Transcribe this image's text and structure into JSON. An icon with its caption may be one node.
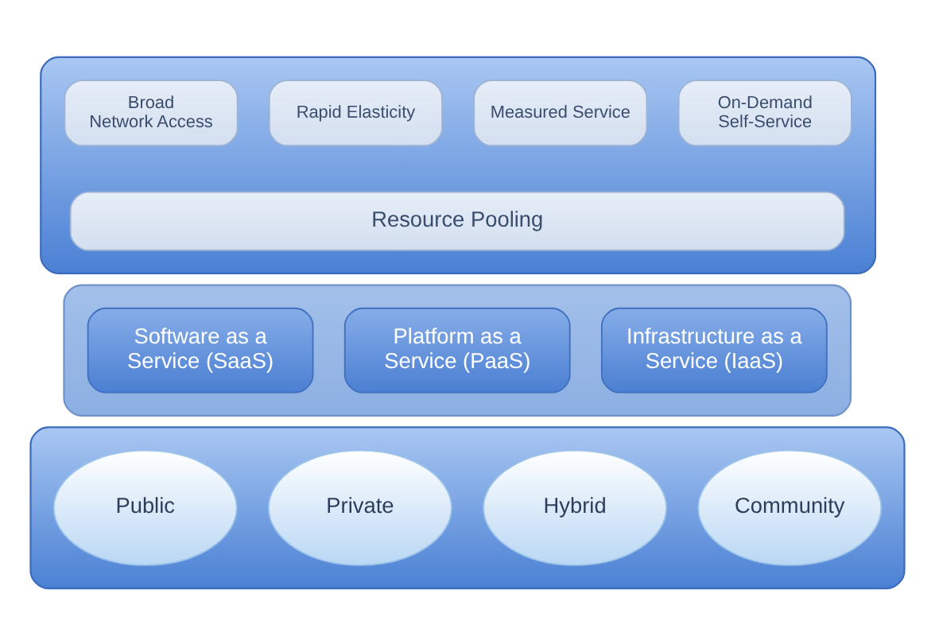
{
  "diagram": {
    "nodes": [
      {
        "text": [],
        "shape": "box"
      },
      {
        "text": [
          "Broad Network Access"
        ],
        "in": 0
      },
      {
        "text": [
          "Rapid Elasticity"
        ],
        "in": 0
      },
      {
        "text": [
          "Measured Service"
        ],
        "in": 0
      },
      {
        "text": [
          "On-Demand Self-Service"
        ],
        "in": 0
      },
      {
        "text": [
          "Resource Pooling"
        ],
        "in": 0
      },
      {
        "text": [],
        "shape": "box"
      },
      {
        "text": [
          "Software as a Service (SaaS)"
        ],
        "in": 6
      },
      {
        "text": [
          "Platform as a Service (PaaS)"
        ],
        "in": 6
      },
      {
        "text": [
          "Infrastructure as a Service (IaaS)"
        ],
        "in": 6
      },
      {
        "text": [],
        "shape": "box"
      },
      {
        "text": [
          "Public"
        ],
        "in": 10
      },
      {
        "text": [
          "Private"
        ],
        "in": 10
      },
      {
        "text": [
          "Hybrid"
        ],
        "in": 10
      },
      {
        "text": [
          "Community"
        ],
        "in": 10
      }
    ]
  }
}
